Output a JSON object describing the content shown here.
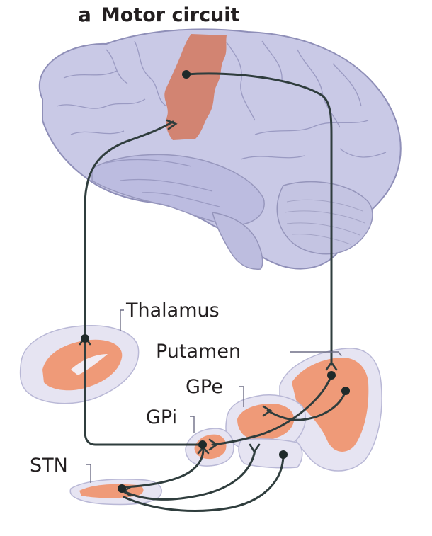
{
  "figure": {
    "panel_letter": "a",
    "title": "Motor circuit"
  },
  "structures": {
    "thalamus": "Thalamus",
    "putamen": "Putamen",
    "gpe": "GPe",
    "gpi": "GPi",
    "stn": "STN"
  },
  "colors": {
    "brain_fill": "#c9c9e6",
    "brain_outline": "#8f8fb8",
    "motor_cortex": "#d27e68",
    "nucleus_fill": "#e6e4f2",
    "nucleus_region": "#ef9a78",
    "pathway": "#2f3d3d",
    "label_text": "#231f20"
  }
}
